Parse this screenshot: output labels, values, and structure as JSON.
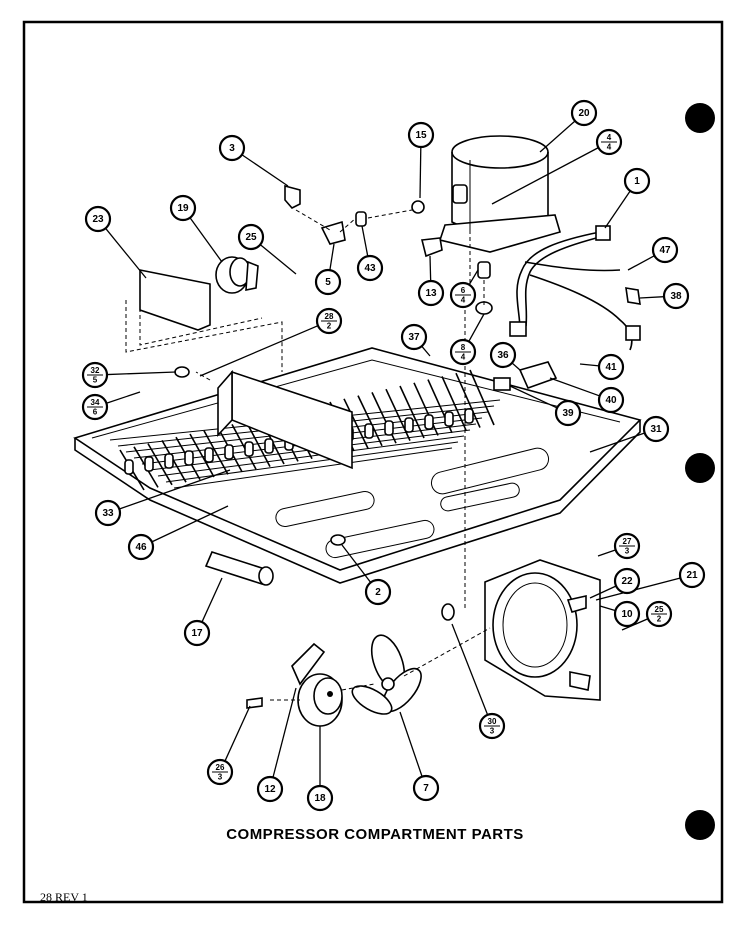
{
  "diagram": {
    "title": "COMPRESSOR COMPARTMENT PARTS",
    "page_reference": "28 REV 1",
    "callouts": [
      {
        "label": "1"
      },
      {
        "label": "2"
      },
      {
        "label": "3"
      },
      {
        "label": "4",
        "sub": "4"
      },
      {
        "label": "5"
      },
      {
        "label": "6",
        "sub": "4"
      },
      {
        "label": "7"
      },
      {
        "label": "8",
        "sub": "4"
      },
      {
        "label": "10"
      },
      {
        "label": "12"
      },
      {
        "label": "13"
      },
      {
        "label": "15"
      },
      {
        "label": "17"
      },
      {
        "label": "18"
      },
      {
        "label": "19"
      },
      {
        "label": "20"
      },
      {
        "label": "21"
      },
      {
        "label": "22"
      },
      {
        "label": "23"
      },
      {
        "label": "25"
      },
      {
        "label": "25",
        "sub": "2"
      },
      {
        "label": "26",
        "sub": "3"
      },
      {
        "label": "27",
        "sub": "3"
      },
      {
        "label": "28",
        "sub": "2"
      },
      {
        "label": "30",
        "sub": "3"
      },
      {
        "label": "31"
      },
      {
        "label": "32",
        "sub": "5"
      },
      {
        "label": "33"
      },
      {
        "label": "34",
        "sub": "6"
      },
      {
        "label": "36"
      },
      {
        "label": "37"
      },
      {
        "label": "38"
      },
      {
        "label": "39"
      },
      {
        "label": "40"
      },
      {
        "label": "41"
      },
      {
        "label": "43"
      },
      {
        "label": "46"
      },
      {
        "label": "47"
      }
    ]
  }
}
